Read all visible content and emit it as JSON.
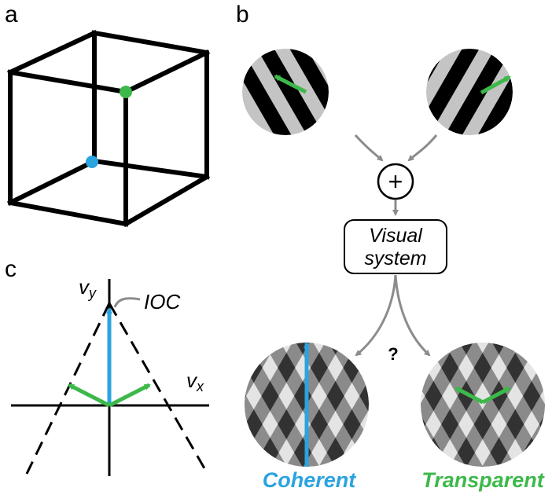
{
  "panels": {
    "a": {
      "letter": "a"
    },
    "b": {
      "letter": "b"
    },
    "c": {
      "letter": "c"
    }
  },
  "colors": {
    "blue": "#2aa3df",
    "green": "#3db84a",
    "gray_arrow": "#8c8c8c",
    "grating_light": "#c4c4c4",
    "grating_dark": "#000000"
  },
  "diagram": {
    "sum_symbol": "+",
    "visual_system_line1": "Visual",
    "visual_system_line2": "system",
    "question": "?",
    "coherent_label": "Coherent",
    "transparent_label": "Transparent"
  },
  "velocity_space": {
    "vx_main": "v",
    "vx_sub": "x",
    "vy_main": "v",
    "vy_sub": "y",
    "ioc_label": "IOC"
  }
}
